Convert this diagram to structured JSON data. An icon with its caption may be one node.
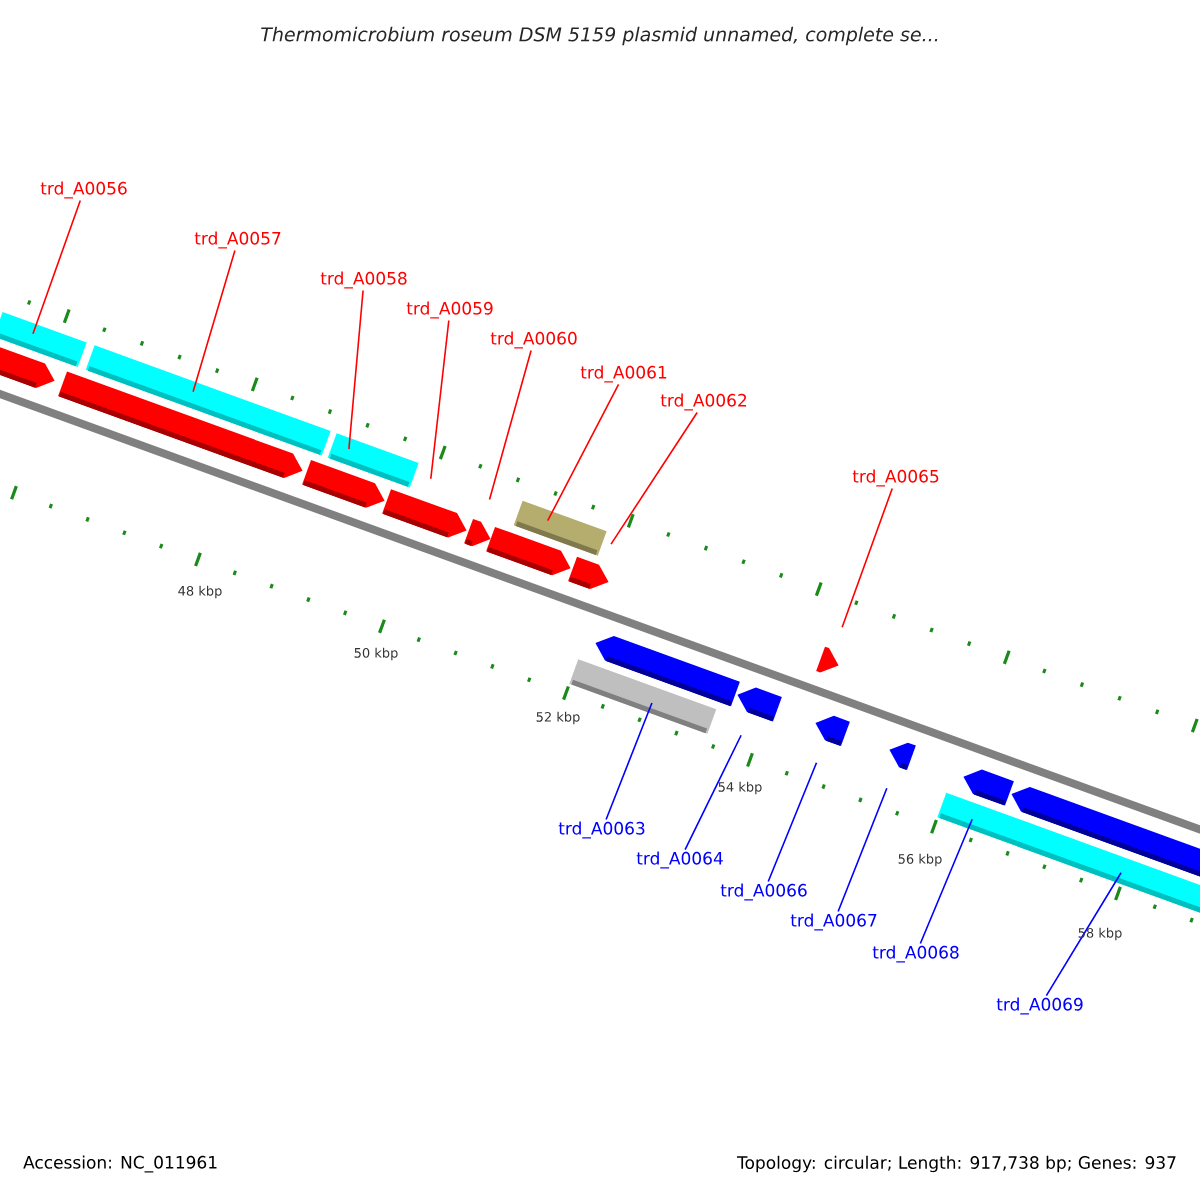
{
  "diagram": {
    "title": "Thermomicrobium roseum DSM 5159 plasmid unnamed, complete se...",
    "nodes": [
      {
        "text": [
          "trd_A0056"
        ]
      },
      {
        "text": [
          "trd_A0057"
        ]
      },
      {
        "text": [
          "trd_A0058"
        ]
      },
      {
        "text": [
          "trd_A0059"
        ]
      },
      {
        "text": [
          "trd_A0060"
        ]
      },
      {
        "text": [
          "trd_A0061"
        ]
      },
      {
        "text": [
          "trd_A0062"
        ]
      },
      {
        "text": [
          "trd_A0065"
        ]
      },
      {
        "text": [
          "trd_A0063"
        ]
      },
      {
        "text": [
          "trd_A0064"
        ]
      },
      {
        "text": [
          "trd_A0066"
        ]
      },
      {
        "text": [
          "trd_A0067"
        ]
      },
      {
        "text": [
          "trd_A0068"
        ]
      },
      {
        "text": [
          "trd_A0069"
        ]
      },
      {
        "text": [],
        "shape": "arrow"
      },
      {
        "text": [],
        "shape": "arrow"
      },
      {
        "text": [],
        "shape": "arrow"
      },
      {
        "text": [],
        "shape": "arrow"
      },
      {
        "text": [],
        "shape": "arrow"
      },
      {
        "text": [],
        "shape": "arrow"
      },
      {
        "text": [],
        "shape": "arrow"
      },
      {
        "text": [],
        "shape": "arrow"
      },
      {
        "text": [],
        "shape": "arrow"
      },
      {
        "text": [],
        "shape": "arrow"
      },
      {
        "text": [],
        "shape": "arrow"
      },
      {
        "text": [],
        "shape": "arrow"
      },
      {
        "text": [],
        "shape": "arrow"
      },
      {
        "text": [],
        "shape": "arrow"
      }
    ],
    "edges": [
      {
        "from": 0,
        "to": 14,
        "arrow": "none"
      },
      {
        "from": 1,
        "to": 15,
        "arrow": "none"
      },
      {
        "from": 2,
        "to": 16,
        "arrow": "none"
      },
      {
        "from": 3,
        "to": 17,
        "arrow": "none"
      },
      {
        "from": 4,
        "to": 18,
        "arrow": "none"
      },
      {
        "from": 5,
        "to": 19,
        "arrow": "none"
      },
      {
        "from": 6,
        "to": 20,
        "arrow": "none"
      },
      {
        "from": 7,
        "to": 21,
        "arrow": "none"
      },
      {
        "from": 8,
        "to": 22,
        "arrow": "none",
        "color": "#0000ff"
      },
      {
        "from": 9,
        "to": 23,
        "arrow": "none",
        "color": "#0000ff"
      },
      {
        "from": 10,
        "to": 24,
        "arrow": "none",
        "color": "#0000ff"
      },
      {
        "from": 11,
        "to": 25,
        "arrow": "none",
        "color": "#0000ff"
      },
      {
        "from": 12,
        "to": 26,
        "arrow": "none",
        "color": "#0000ff"
      },
      {
        "from": 13,
        "to": 27,
        "arrow": "none",
        "color": "#0000ff"
      }
    ],
    "labels": [
      "48 kbp",
      "50 kbp",
      "52 kbp",
      "54 kbp",
      "56 kbp",
      "58 kbp",
      "Accession: NC_011961",
      "Topology: circular; Length: 917,738 bp; Genes: 937"
    ]
  }
}
